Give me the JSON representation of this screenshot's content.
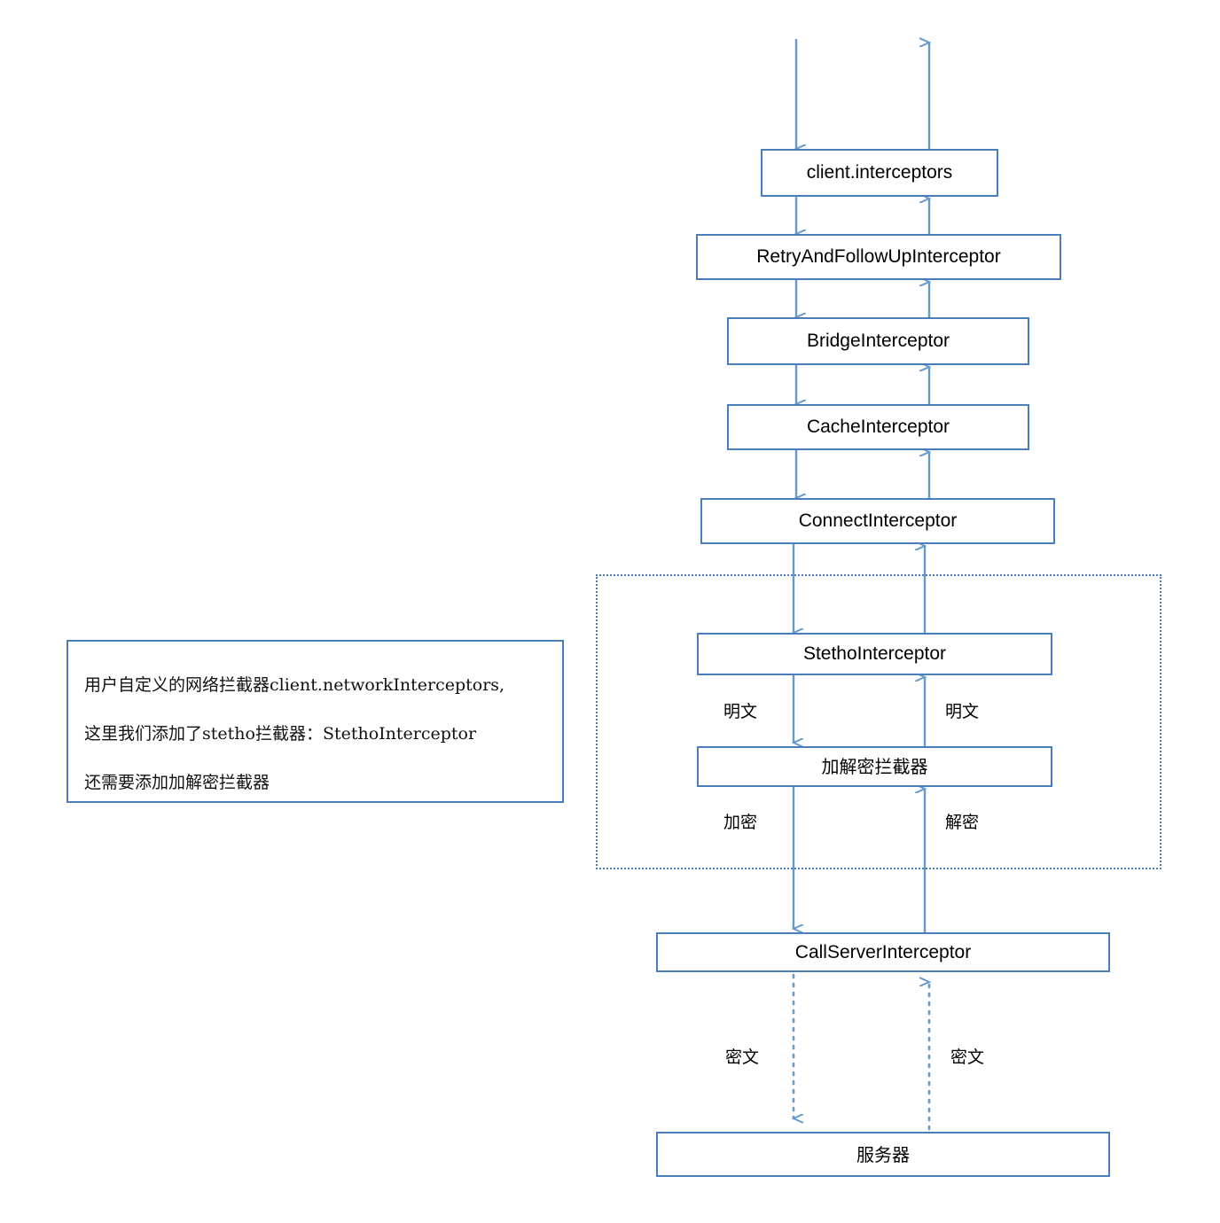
{
  "diagram": {
    "title": "OkHttp interceptor chain with stetho and encryption interceptors",
    "colors": {
      "box_border": "#4A7EBB",
      "arrow": "#6699CC",
      "dotted_border": "#4A7EBB",
      "background": "#FFFFFF",
      "text": "#000000"
    },
    "nodes": [
      {
        "id": "client_interceptors",
        "label": "client.interceptors"
      },
      {
        "id": "retry_and_follow_up",
        "label": "RetryAndFollowUpInterceptor"
      },
      {
        "id": "bridge",
        "label": "BridgeInterceptor"
      },
      {
        "id": "cache",
        "label": "CacheInterceptor"
      },
      {
        "id": "connect",
        "label": "ConnectInterceptor"
      },
      {
        "id": "stetho",
        "label": "StethoInterceptor"
      },
      {
        "id": "crypto",
        "label": "加解密拦截器"
      },
      {
        "id": "call_server",
        "label": "CallServerInterceptor"
      },
      {
        "id": "server",
        "label": "服务器"
      }
    ],
    "edge_labels": {
      "plaintext_down": "明文",
      "plaintext_up": "明文",
      "encrypt": "加密",
      "decrypt": "解密",
      "ciphertext_down": "密文",
      "ciphertext_up": "密文"
    },
    "note": {
      "line1": "用户自定义的网络拦截器client.networkInterceptors,",
      "line2": "这里我们添加了stetho拦截器：StethoInterceptor",
      "line3": "还需要添加加解密拦截器"
    }
  }
}
